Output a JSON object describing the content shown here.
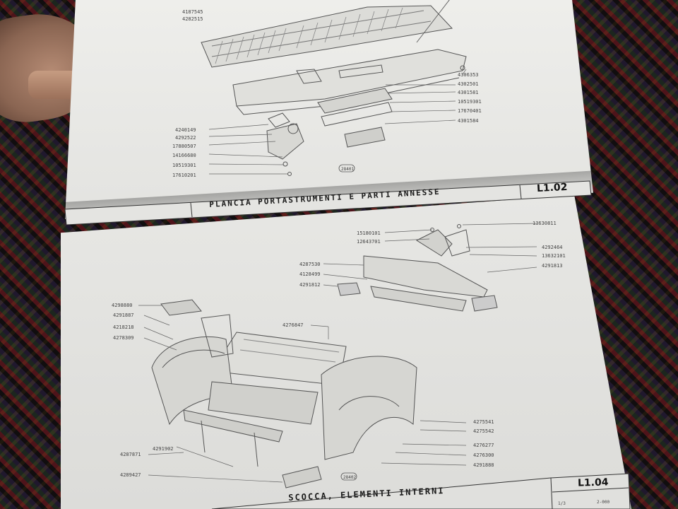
{
  "top_page": {
    "title": "PLANCIA PORTASTRUMENTI E PARTI ANNESSE",
    "section_code": "L1.02",
    "figure_id": "28401",
    "part_numbers_left": [
      "4240149",
      "4292522",
      "17880507",
      "14166680",
      "10519301",
      "17610201"
    ],
    "part_numbers_right": [
      "4306353",
      "4302501",
      "4301581",
      "10519301",
      "17670401",
      "4301584"
    ],
    "part_numbers_top": [
      "4187545",
      "4282515"
    ]
  },
  "bottom_page": {
    "title": "SCOCCA, ELEMENTI INTERNI",
    "section_code": "L1.04",
    "figure_id": "28402",
    "part_numbers_top_right": [
      "15180101",
      "12643701",
      "13630811",
      "4292464",
      "13632101",
      "4291813"
    ],
    "part_numbers_mid_left": [
      "4287530",
      "4128499",
      "4291812"
    ],
    "part_numbers_left": [
      "4298880",
      "4291887",
      "4218218",
      "4278309",
      "4276847"
    ],
    "part_numbers_right": [
      "4275541",
      "4275542",
      "4276277",
      "4276300",
      "4291888"
    ],
    "part_numbers_bottom_left": [
      "4287871",
      "4291902",
      "4289427"
    ],
    "page_marks": [
      "1/3",
      "2-000"
    ]
  }
}
